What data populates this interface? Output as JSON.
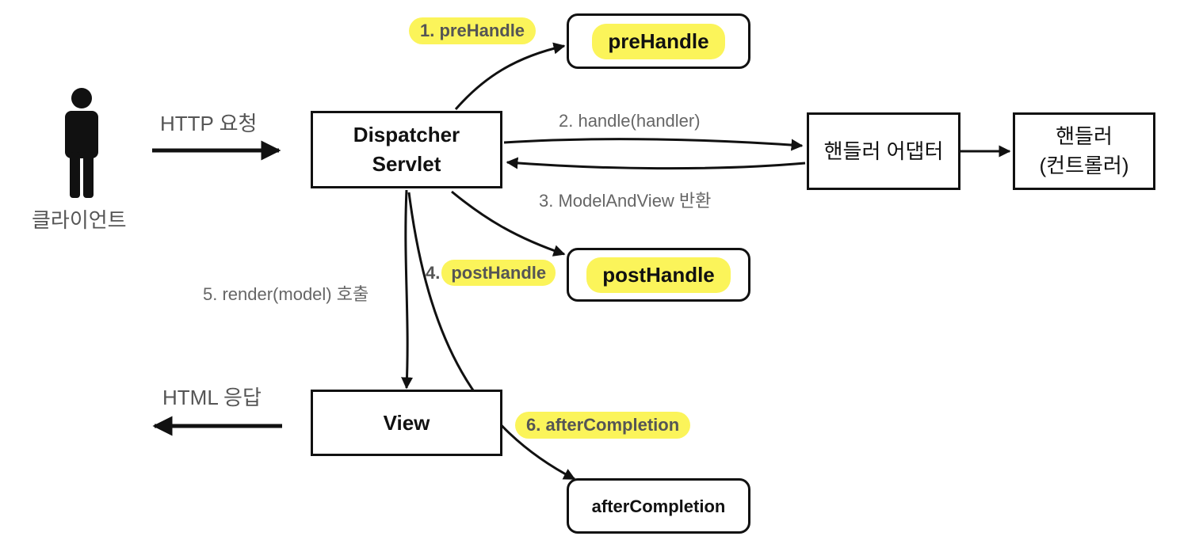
{
  "client": {
    "label": "클라이언트"
  },
  "request_label": "HTTP 요청",
  "response_label": "HTML 응답",
  "dispatcher": {
    "line1": "Dispatcher",
    "line2": "Servlet"
  },
  "adapter": {
    "label": "핸들러 어댑터"
  },
  "handler": {
    "line1": "핸들러",
    "line2": "(컨트롤러)"
  },
  "view": {
    "label": "View"
  },
  "interceptors": {
    "pre": {
      "box": "preHandle",
      "step": "1. preHandle"
    },
    "post": {
      "box": "postHandle",
      "step_num": "4.",
      "step_name": "postHandle"
    },
    "after": {
      "box": "afterCompletion",
      "step": "6. afterCompletion"
    }
  },
  "steps": {
    "handle": "2. handle(handler)",
    "return_mav": "3. ModelAndView 반환",
    "render": "5. render(model) 호출"
  },
  "colors": {
    "highlight": "#fbf45a",
    "stroke": "#111111",
    "label": "#666666"
  }
}
